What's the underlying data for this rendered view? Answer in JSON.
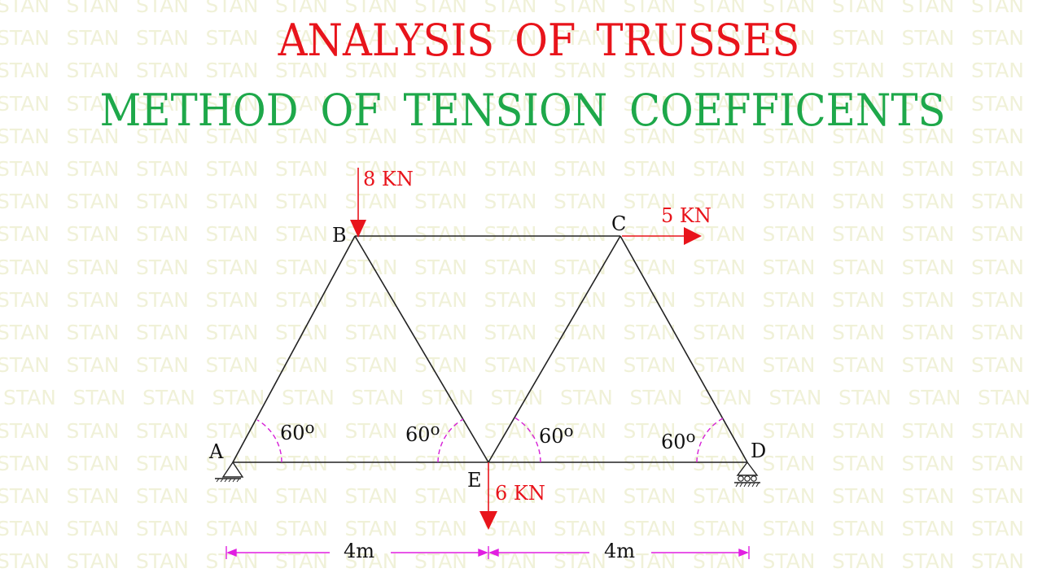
{
  "title": "ANALYSIS  OF  TRUSSES",
  "subtitle": "METHOD  OF  TENSION  COEFFICENTS",
  "watermark_text": "STAN",
  "colors": {
    "title": "#e8141b",
    "subtitle": "#1ea84a",
    "load": "#e8141b",
    "angle_arc": "#d61fd6",
    "dimension": "#e11ee1",
    "member": "#222222",
    "watermark": "#f0f1d8"
  },
  "nodes": {
    "A": "A",
    "B": "B",
    "C": "C",
    "D": "D",
    "E": "E"
  },
  "loads": {
    "B": "8 KN",
    "C": "5 KN",
    "E": "6 KN"
  },
  "angles": {
    "A": "60o",
    "E_left": "60o",
    "E_right": "60o",
    "D": "60o"
  },
  "dimensions": {
    "AE": "4m",
    "ED": "4m"
  },
  "supports": {
    "A": "hinge",
    "D": "roller"
  }
}
